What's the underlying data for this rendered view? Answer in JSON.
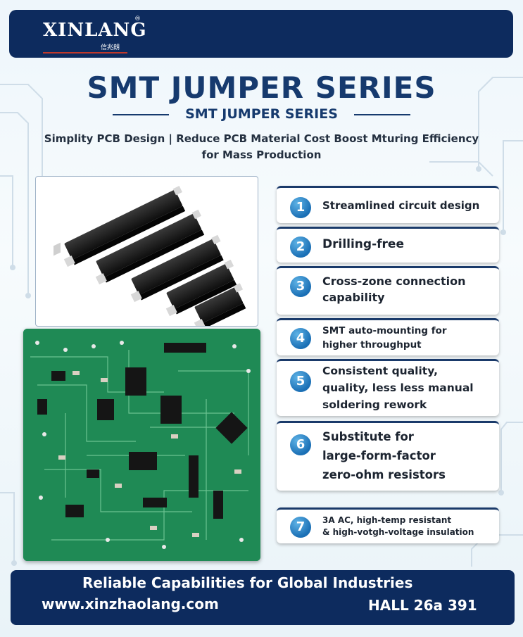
{
  "brand": {
    "name": "XINLANG",
    "chinese": "信兆朗",
    "registered": "®"
  },
  "title": "SMT JUMPER SERIES",
  "subtitle": "SMT JUMPER SERIES",
  "tagline_line1": "Simplity PCB Design | Reduce PCB Material Cost Boost Mturing Efficiency",
  "tagline_line2": "for Mass Production",
  "features": [
    {
      "num": "1",
      "text": "Streamlined circuit design"
    },
    {
      "num": "2",
      "text": "Drilling-free"
    },
    {
      "num": "3",
      "line1": "Cross-zone connection",
      "line2": "capability"
    },
    {
      "num": "4",
      "line1": "SMT auto-mounting for",
      "line2": "higher throughput"
    },
    {
      "num": "5",
      "line1": "Consistent quality,",
      "line2": "quality, less less manual",
      "line3": "soldering rework"
    },
    {
      "num": "6",
      "line1": "Substitute for",
      "line2": "large-form-factor",
      "line3": "zero-ohm resistors"
    },
    {
      "num": "7",
      "line1": "3A AC, high-temp resistant",
      "line2": "& high-votgh-voltage insulation"
    }
  ],
  "footer": {
    "tagline": "Reliable Capabilities for Global Industries",
    "url": "www.xinzhaolang.com",
    "hall": "HALL 26a 391"
  },
  "colors": {
    "navy": "#0d2b5e",
    "title_blue": "#163a6e",
    "number_blue": "#1a6fb5",
    "pcb_green": "#1f8a55"
  },
  "icons": [
    "jumper-components-image",
    "pcb-board-image",
    "circuit-trace-background"
  ]
}
